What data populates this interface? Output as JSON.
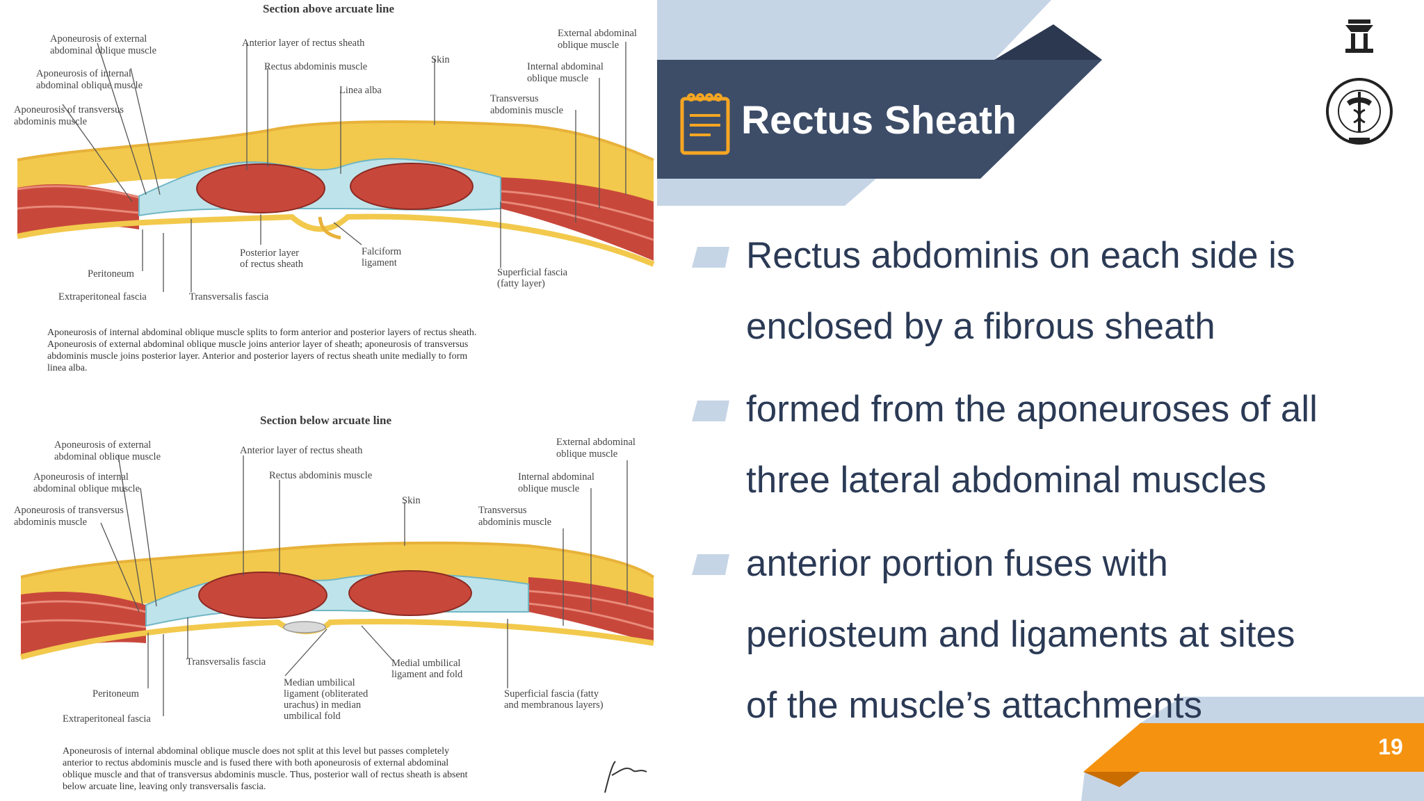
{
  "slide": {
    "title": "Rectus Sheath",
    "page_number": "19",
    "bullets": [
      {
        "lines": [
          "Rectus abdominis on each side is",
          "enclosed by a fibrous sheath"
        ]
      },
      {
        "lines": [
          "formed from the aponeuroses of all",
          "three lateral abdominal muscles"
        ]
      },
      {
        "lines": [
          "anterior portion fuses with",
          "periosteum and ligaments at sites",
          "of the muscle’s attachments"
        ]
      }
    ],
    "colors": {
      "navy": "#3d4d68",
      "light_blue": "#c6d5e6",
      "orange": "#f5920f",
      "text": "#2b3a55"
    }
  },
  "logo": {
    "icon": "institute-emblem-logo"
  },
  "figure": {
    "top": {
      "title": "Section above arcuate line",
      "labels": {
        "apo_ext": [
          "Aponeurosis of external",
          "abdominal oblique muscle"
        ],
        "apo_int": [
          "Aponeurosis of internal",
          "abdominal oblique muscle"
        ],
        "apo_trans": [
          "Aponeurosis of transversus",
          "abdominis muscle"
        ],
        "ant_layer": "Anterior layer of rectus sheath",
        "rectus": "Rectus abdominis muscle",
        "linea": "Linea alba",
        "skin": "Skin",
        "ext_obl": [
          "External abdominal",
          "oblique muscle"
        ],
        "int_obl": [
          "Internal abdominal",
          "oblique muscle"
        ],
        "trans": [
          "Transversus",
          "abdominis muscle"
        ],
        "post_layer": [
          "Posterior layer",
          "of rectus sheath"
        ],
        "falciform": [
          "Falciform",
          "ligament"
        ],
        "peritoneum": "Peritoneum",
        "extraperitoneal": "Extraperitoneal fascia",
        "transversalis": "Transversalis fascia",
        "superficial": [
          "Superficial fascia",
          "(fatty layer)"
        ]
      },
      "caption": [
        "Aponeurosis of internal abdominal oblique muscle splits to form anterior and posterior layers of rectus sheath.",
        "Aponeurosis of external abdominal oblique muscle joins anterior layer of sheath; aponeurosis of transversus",
        "abdominis muscle joins posterior layer. Anterior and posterior layers of rectus sheath unite medially to form",
        "linea alba."
      ]
    },
    "bottom": {
      "title": "Section below arcuate line",
      "labels": {
        "apo_ext": [
          "Aponeurosis of external",
          "abdominal oblique muscle"
        ],
        "apo_int": [
          "Aponeurosis of internal",
          "abdominal oblique muscle"
        ],
        "apo_trans": [
          "Aponeurosis of transversus",
          "abdominis muscle"
        ],
        "ant_layer": "Anterior layer of rectus sheath",
        "rectus": "Rectus abdominis muscle",
        "skin": "Skin",
        "ext_obl": [
          "External abdominal",
          "oblique muscle"
        ],
        "int_obl": [
          "Internal abdominal",
          "oblique muscle"
        ],
        "trans": [
          "Transversus",
          "abdominis muscle"
        ],
        "transversalis": "Transversalis fascia",
        "medial_umb": [
          "Medial umbilical",
          "ligament and fold"
        ],
        "median_umb": [
          "Median umbilical",
          "ligament (obliterated",
          "urachus) in median",
          "umbilical fold"
        ],
        "peritoneum": "Peritoneum",
        "extraperitoneal": "Extraperitoneal fascia",
        "superficial": [
          "Superficial fascia (fatty",
          "and membranous layers)"
        ]
      },
      "caption": [
        "Aponeurosis of internal abdominal oblique muscle does not split at this level but passes completely",
        "anterior to rectus abdominis muscle and is fused there with both aponeurosis of external abdominal",
        "oblique muscle and that of transversus abdominis muscle. Thus, posterior wall of rectus sheath is absent",
        "below arcuate line, leaving only transversalis fascia."
      ]
    }
  }
}
